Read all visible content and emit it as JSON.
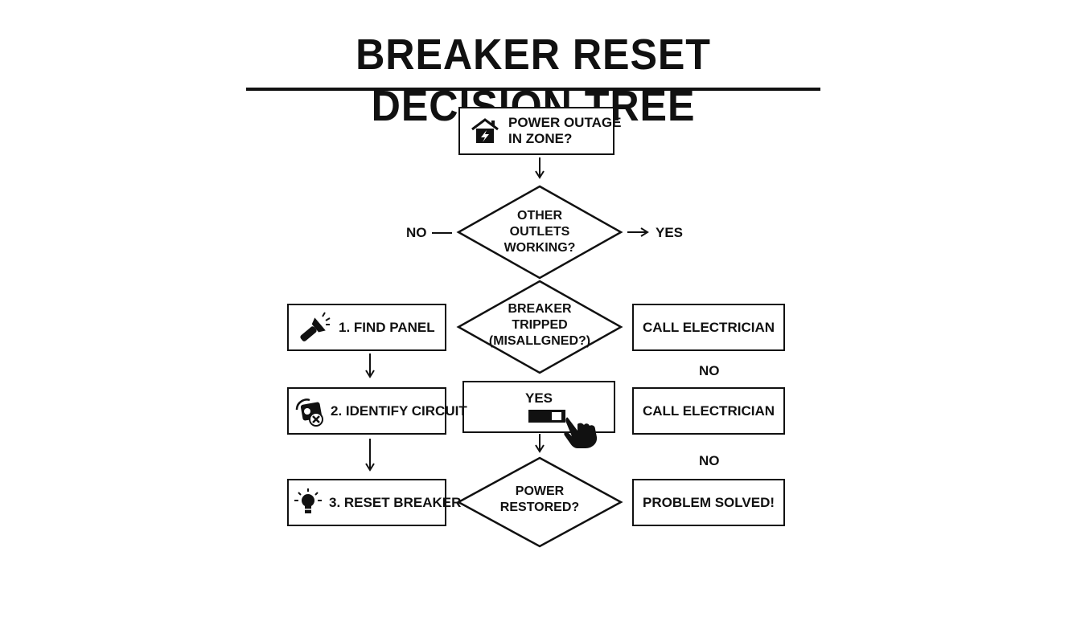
{
  "title": "BREAKER RESET DECISION TREE",
  "start": {
    "line1": "POWER OUTAGE",
    "line2": "IN ZONE?",
    "icon": "house-lightning-icon"
  },
  "decision_outlets": {
    "line1": "OTHER",
    "line2": "OUTLETS",
    "line3": "WORKING?"
  },
  "decision_outlets_no": "NO",
  "decision_outlets_yes": "YES",
  "decision_breaker": {
    "line1": "BREAKER",
    "line2": "TRIPPED",
    "line3": "(MISALLGNED?)"
  },
  "yes_box": {
    "label": "YES",
    "icon": "switch-hand-icon"
  },
  "decision_power": {
    "line1": "POWER",
    "line2": "RESTORED?"
  },
  "steps": [
    {
      "label": "1. FIND PANEL",
      "icon": "flashlight-icon"
    },
    {
      "label": "2. IDENTIFY CIRCUIT",
      "icon": "circuit-tag-icon"
    },
    {
      "label": "3. RESET BREAKER",
      "icon": "lightbulb-icon"
    }
  ],
  "right_boxes": [
    {
      "label": "CALL ELECTRICIAN"
    },
    {
      "label": "CALL ELECTRICIAN"
    },
    {
      "label": "PROBLEM SOLVED!"
    }
  ],
  "right_no_labels": [
    "NO",
    "NO"
  ],
  "colors": {
    "ink": "#111111",
    "background": "#ffffff"
  }
}
